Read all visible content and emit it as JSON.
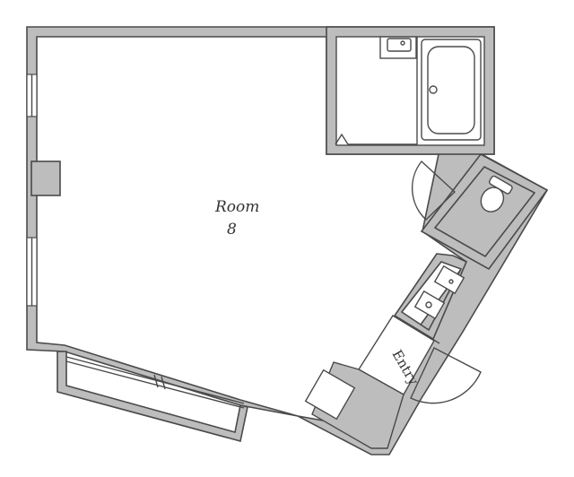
{
  "rooms": {
    "main": {
      "label": "Room",
      "size": "8"
    },
    "entry": {
      "label": "Entry"
    }
  },
  "colors": {
    "wall_fill": "#bdbdbd",
    "line": "#4a4a4a",
    "background": "#ffffff"
  },
  "fixtures": [
    "bathtub",
    "washbasin",
    "toilet",
    "kitchen-counter",
    "sink",
    "stove",
    "doors",
    "windows",
    "balcony"
  ]
}
